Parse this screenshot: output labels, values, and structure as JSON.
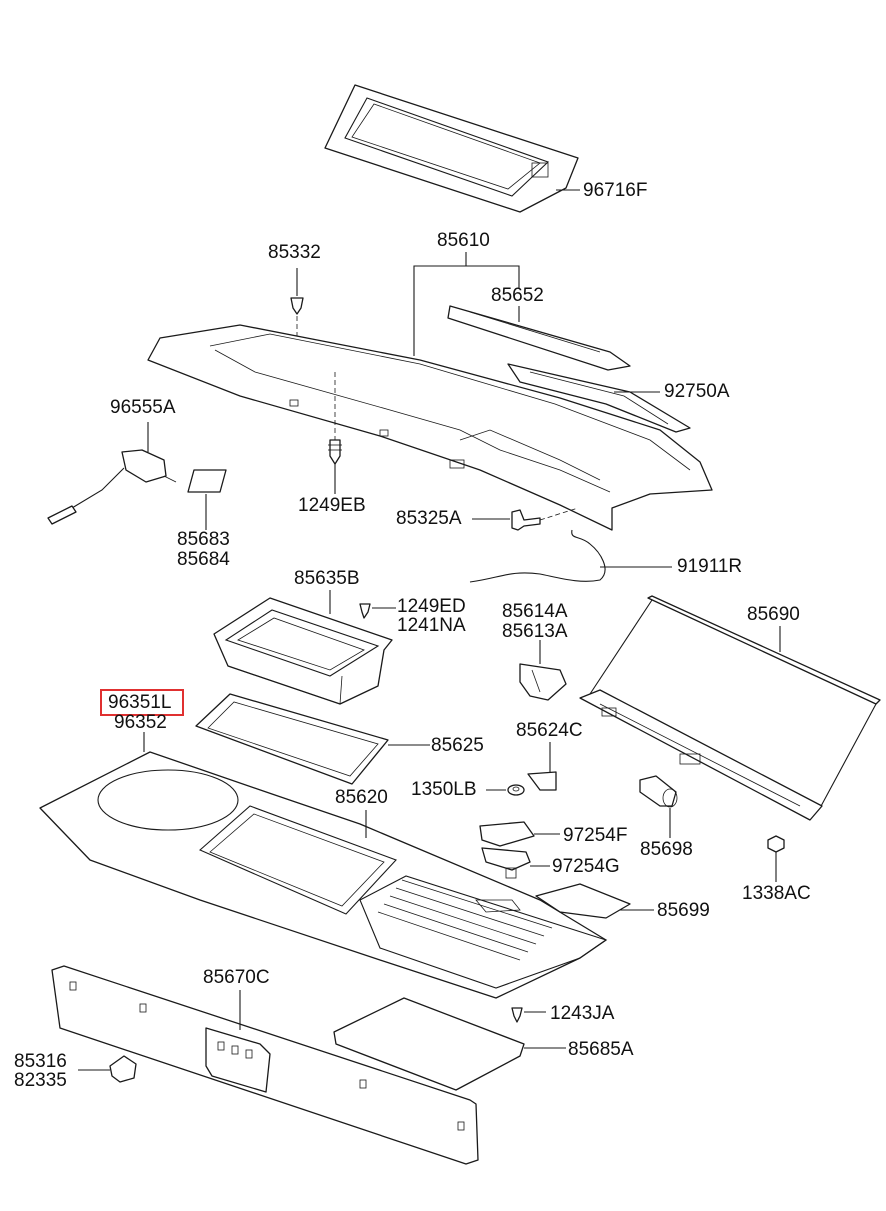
{
  "labels": {
    "p96716F": "96716F",
    "p85332": "85332",
    "p85610": "85610",
    "p85652": "85652",
    "p92750A": "92750A",
    "p96555A": "96555A",
    "p1249EB": "1249EB",
    "p85683": "85683",
    "p85684": "85684",
    "p85325A": "85325A",
    "p91911R": "91911R",
    "p85635B": "85635B",
    "p1249ED": "1249ED",
    "p1241NA": "1241NA",
    "p85614A": "85614A",
    "p85613A": "85613A",
    "p85690": "85690",
    "p96351L": "96351L",
    "p96352": "96352",
    "p85625": "85625",
    "p85624C": "85624C",
    "p1350LB": "1350LB",
    "p85620": "85620",
    "p97254F": "97254F",
    "p97254G": "97254G",
    "p85698": "85698",
    "p1338AC": "1338AC",
    "p85699": "85699",
    "p85670C": "85670C",
    "p1243JA": "1243JA",
    "p85685A": "85685A",
    "p85316": "85316",
    "p82335": "82335"
  },
  "highlight": {
    "part": "96351L",
    "color": "#e03030"
  }
}
